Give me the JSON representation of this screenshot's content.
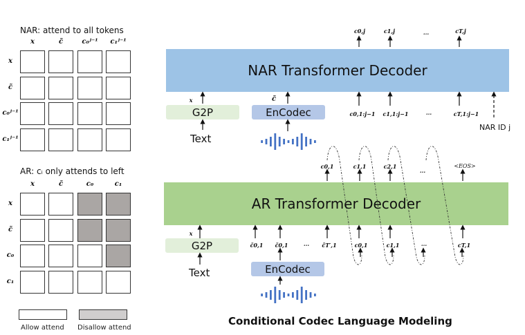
{
  "colors": {
    "nar_decoder": "#9dc3e6",
    "ar_decoder": "#a9d18e",
    "g2p": "#e2efda",
    "encodec": "#b4c7e7",
    "waveform": "#4472c4",
    "disallow_cell": "#aaa6a4",
    "disallow_legend": "#d0cece"
  },
  "nar_mask": {
    "caption": "NAR:  attend to all tokens",
    "col_headers": [
      "x",
      "c̃",
      "c₀ʲ⁻¹",
      "c₁ʲ⁻¹"
    ],
    "row_headers": [
      "x",
      "c̃",
      "c₀ʲ⁻¹",
      "c₁ʲ⁻¹"
    ],
    "disallowed": [
      [
        0,
        0,
        0,
        0
      ],
      [
        0,
        0,
        0,
        0
      ],
      [
        0,
        0,
        0,
        0
      ],
      [
        0,
        0,
        0,
        0
      ]
    ]
  },
  "ar_mask": {
    "caption": "AR: cᵢ only attends to left",
    "col_headers": [
      "x",
      "c̃",
      "c₀",
      "c₁"
    ],
    "row_headers": [
      "x",
      "c̃",
      "c₀",
      "c₁"
    ],
    "disallowed": [
      [
        0,
        0,
        1,
        1
      ],
      [
        0,
        0,
        1,
        1
      ],
      [
        0,
        0,
        0,
        1
      ],
      [
        0,
        0,
        0,
        0
      ]
    ]
  },
  "legend": {
    "allow": "Allow attend",
    "disallow": "Disallow attend"
  },
  "nar": {
    "decoder_label": "NAR Transformer Decoder",
    "outputs": [
      "c0,j",
      "c1,j",
      "...",
      "cT,j"
    ],
    "inputs": [
      "c0,1:j−1",
      "c1,1:j−1",
      "...",
      "cT,1:j−1"
    ],
    "g2p_label": "G2P",
    "encodec_label": "EnCodec",
    "x_label": "x",
    "c_tilde_label": "c̃",
    "text_label": "Text",
    "nar_id_label": "NAR ID j"
  },
  "ar": {
    "decoder_label": "AR Transformer Decoder",
    "outputs": [
      "c0,1",
      "c1,1",
      "c2,1",
      "...",
      "<EOS>"
    ],
    "prompt_inputs": [
      "c̃0,1",
      "c̃0,1",
      "...",
      "c̃T′,1"
    ],
    "inputs": [
      "c0,1",
      "c1,1",
      "...",
      "cT,1"
    ],
    "g2p_label": "G2P",
    "encodec_label": "EnCodec",
    "x_label": "x",
    "text_label": "Text"
  },
  "footer_title": "Conditional Codec Language Modeling"
}
